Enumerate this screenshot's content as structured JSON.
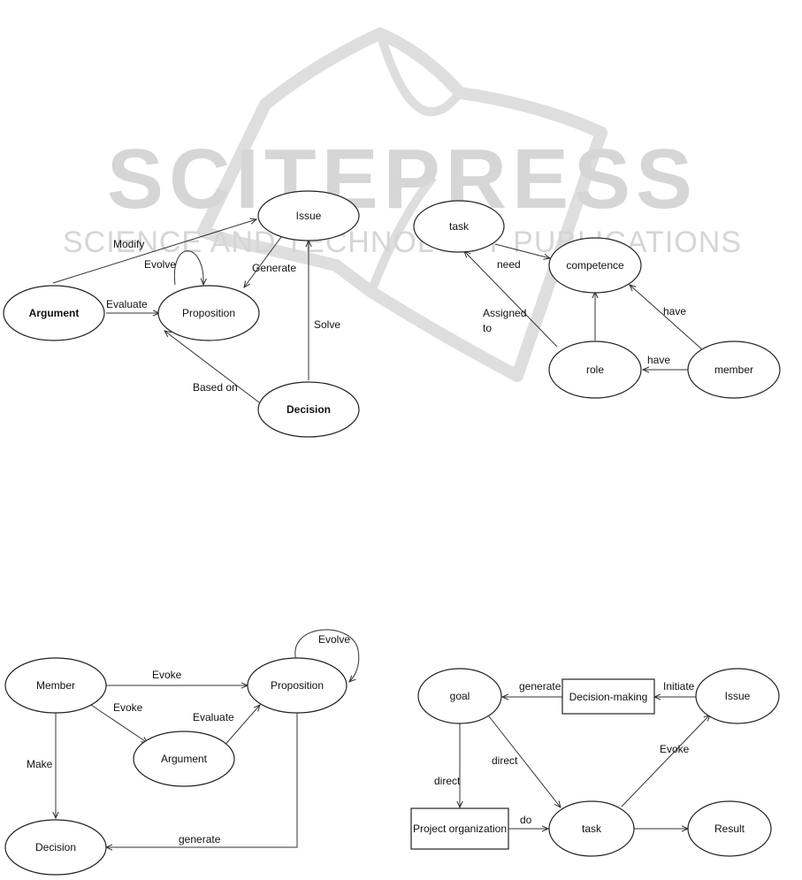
{
  "watermark": {
    "title": "SCITEPRESS",
    "subtitle": "SCIENCE AND TECHNOLOGY PUBLICATIONS"
  },
  "diagram1": {
    "nodes": {
      "issue": "Issue",
      "argument": "Argument",
      "proposition": "Proposition",
      "decision": "Decision"
    },
    "edges": {
      "modify": "Modify",
      "evolve": "Evolve",
      "generate": "Generate",
      "evaluate": "Evaluate",
      "solve": "Solve",
      "based_on": "Based on"
    }
  },
  "diagram2": {
    "nodes": {
      "task": "task",
      "competence": "competence",
      "role": "role",
      "member": "member"
    },
    "edges": {
      "need": "need",
      "assigned_to_1": "Assigned",
      "assigned_to_2": "to",
      "have_member_competence": "have",
      "have_member_role": "have"
    }
  },
  "diagram3": {
    "nodes": {
      "member": "Member",
      "proposition": "Proposition",
      "argument": "Argument",
      "decision": "Decision"
    },
    "edges": {
      "evolve": "Evolve",
      "evoke_proposition": "Evoke",
      "evoke_argument": "Evoke",
      "evaluate": "Evaluate",
      "make": "Make",
      "generate": "generate"
    }
  },
  "diagram4": {
    "nodes": {
      "goal": "goal",
      "decision_making": "Decision-making",
      "issue": "Issue",
      "project_organization": "Project organization",
      "task": "task",
      "result": "Result"
    },
    "edges": {
      "generate": "generate",
      "initiate": "Initiate",
      "direct_task": "direct",
      "direct_org": "direct",
      "evoke": "Evoke",
      "do": "do"
    }
  }
}
